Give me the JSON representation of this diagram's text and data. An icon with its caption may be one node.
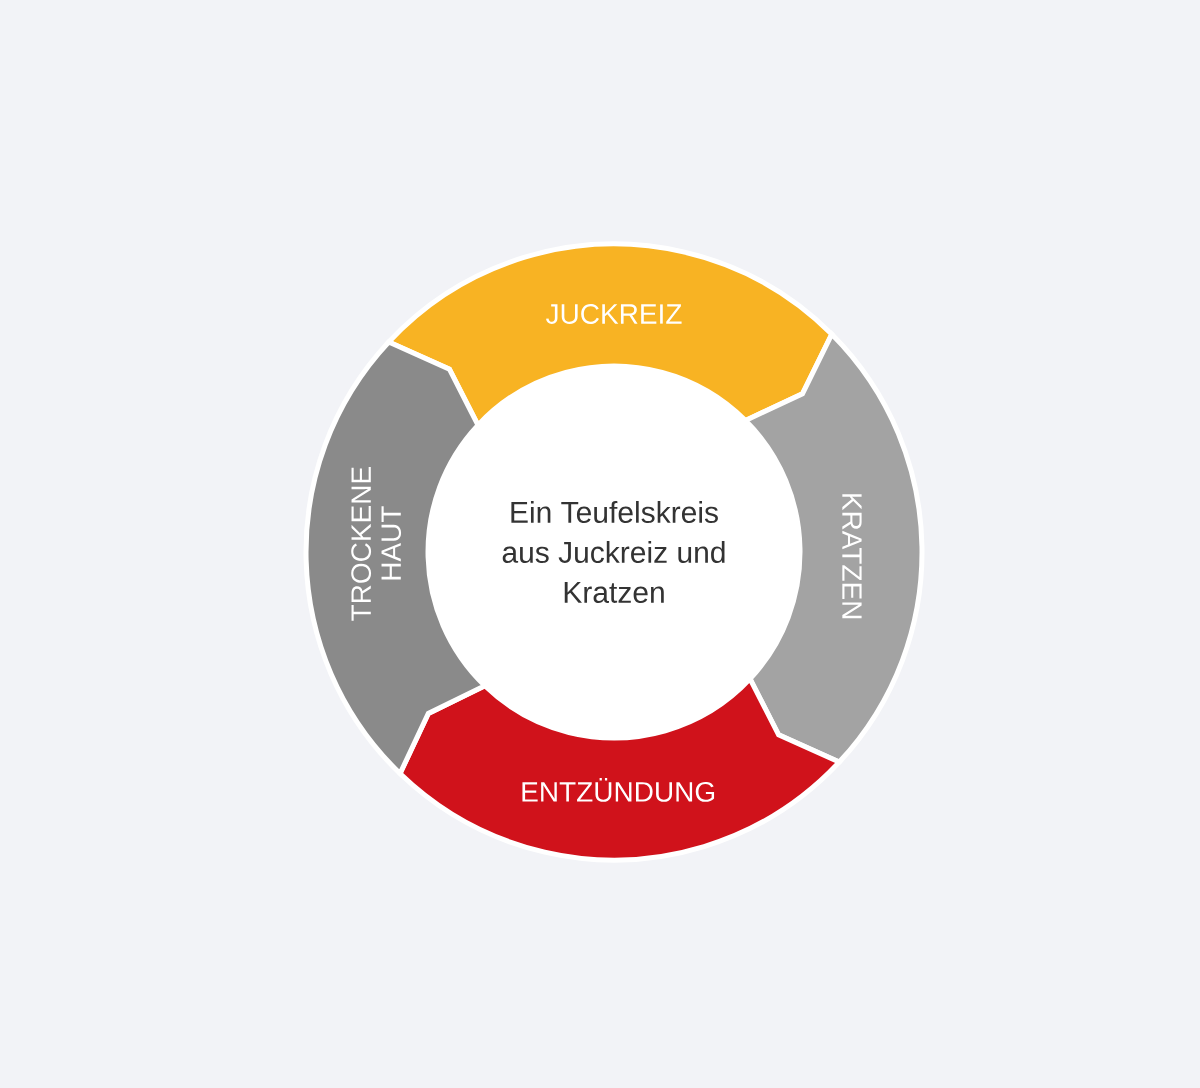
{
  "diagram": {
    "nodes": [
      {
        "text": [
          "Ein Teufelskreis aus Juckreiz und Kratzen"
        ]
      },
      {
        "text": [
          "JUCKREIZ"
        ]
      },
      {
        "text": [
          "KRATZEN"
        ]
      },
      {
        "text": [
          "ENTZÜNDUNG"
        ]
      },
      {
        "text": [
          "TROCKENE HAUT"
        ]
      }
    ]
  }
}
